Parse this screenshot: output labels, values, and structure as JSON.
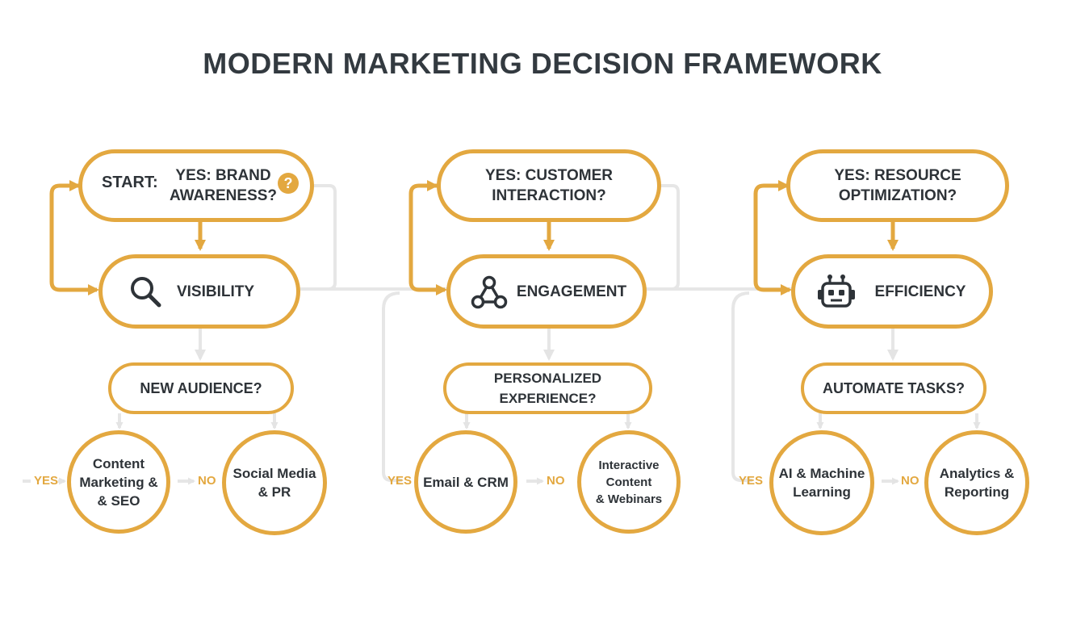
{
  "title": "MODERN MARKETING DECISION FRAMEWORK",
  "colors": {
    "accent": "#e3a840",
    "connector": "#e6e6e6",
    "text": "#2e3338"
  },
  "columns": [
    {
      "start_label": "START:",
      "question": "YES: BRAND\nAWARENESS?",
      "question_icon": "question-icon",
      "stage": "VISIBILITY",
      "stage_icon": "magnifier-icon",
      "sub_question": "NEW AUDIENCE?",
      "yes_label": "YES",
      "no_label": "NO",
      "yes_outcome": "Content\nMarketing &\n& SEO",
      "no_outcome": "Social Media\n& PR"
    },
    {
      "question": "YES: CUSTOMER\nINTERACTION?",
      "stage": "ENGAGEMENT",
      "stage_icon": "network-icon",
      "sub_question": "PERSONALIZED EXPERIENCE?",
      "yes_label": "YES",
      "no_label": "NO",
      "yes_outcome": "Email & CRM",
      "no_outcome": "Interactive Content\n& Webinars"
    },
    {
      "question": "YES: RESOURCE\nOPTIMIZATION?",
      "stage": "EFFICIENCY",
      "stage_icon": "robot-icon",
      "sub_question": "AUTOMATE TASKS?",
      "yes_label": "YES",
      "no_label": "NO",
      "yes_outcome": "AI & Machine\nLearning",
      "no_outcome": "Analytics &\nReporting"
    }
  ]
}
